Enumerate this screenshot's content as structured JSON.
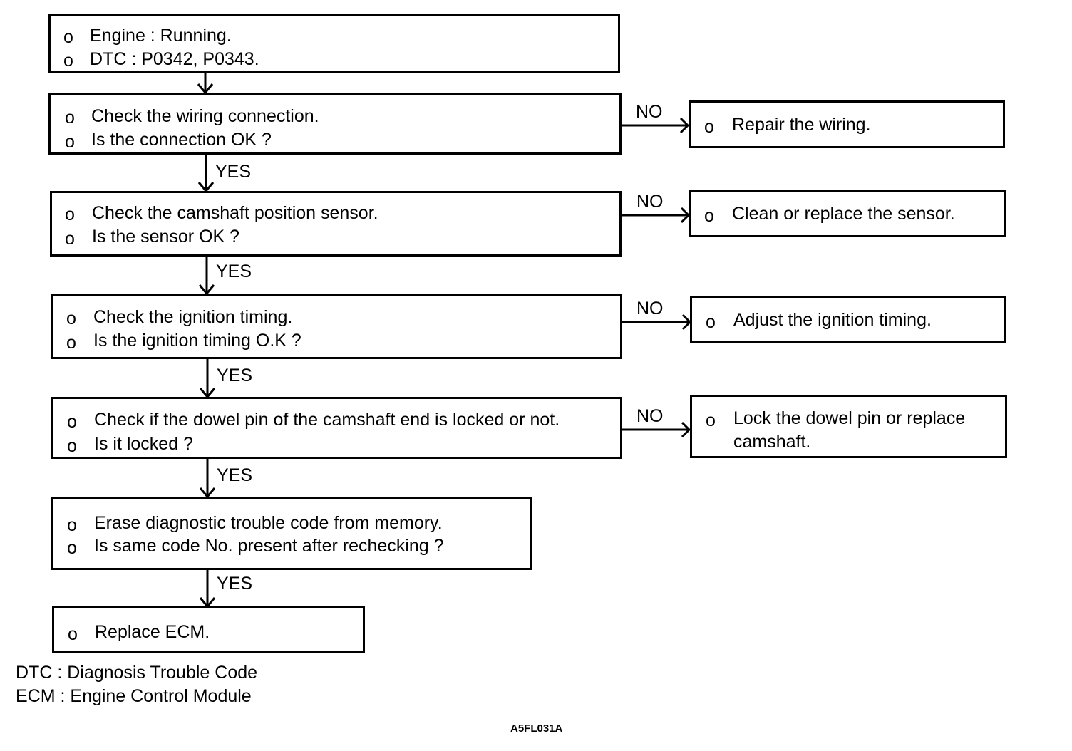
{
  "steps": [
    {
      "bullet": "o",
      "lines": [
        "Engine : Running.",
        "DTC : P0342, P0343."
      ]
    },
    {
      "bullet": "o",
      "lines": [
        "Check the wiring connection.",
        "Is the connection OK ?"
      ]
    },
    {
      "bullet": "o",
      "lines": [
        "Check the camshaft position sensor.",
        "Is the sensor OK ?"
      ]
    },
    {
      "bullet": "o",
      "lines": [
        "Check the ignition timing.",
        "Is the ignition timing O.K ?"
      ]
    },
    {
      "bullet": "o",
      "lines": [
        "Check if the dowel pin of the camshaft end is locked or not.",
        "Is it locked ?"
      ]
    },
    {
      "bullet": "o",
      "lines": [
        "Erase diagnostic trouble code from memory.",
        "Is same code No. present after rechecking ?"
      ]
    },
    {
      "bullet": "o",
      "lines": [
        "Replace ECM."
      ]
    }
  ],
  "actions": [
    {
      "bullet": "o",
      "lines": [
        "Repair the wiring."
      ]
    },
    {
      "bullet": "o",
      "lines": [
        "Clean or replace the sensor."
      ]
    },
    {
      "bullet": "o",
      "lines": [
        "Adjust the ignition timing."
      ]
    },
    {
      "bullet": "o",
      "lines": [
        "Lock the dowel pin or replace",
        "camshaft."
      ]
    }
  ],
  "labels": {
    "yes": "YES",
    "no": "NO"
  },
  "legend": [
    "DTC : Diagnosis Trouble Code",
    "ECM : Engine Control Module"
  ],
  "figure_id": "A5FL031A"
}
